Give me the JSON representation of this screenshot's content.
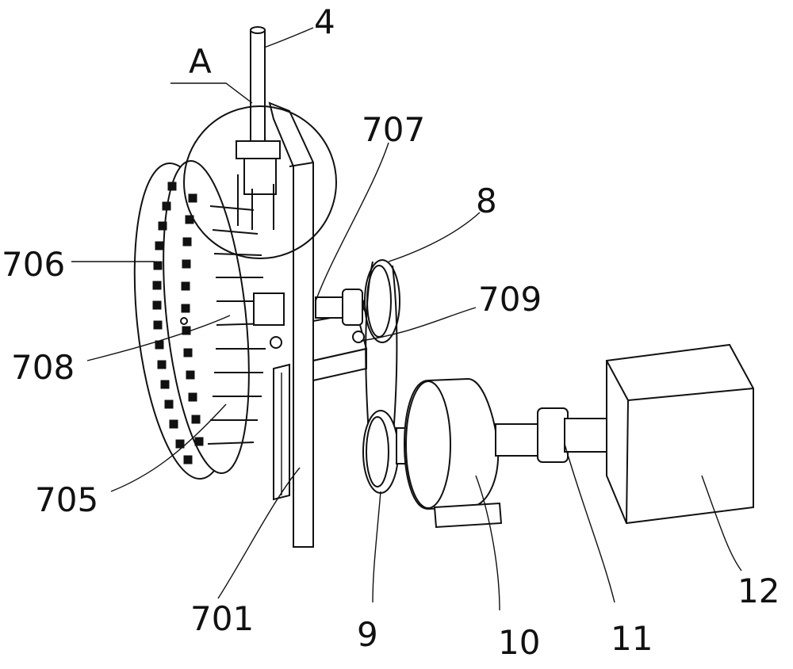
{
  "labels": {
    "l4": "4",
    "lA": "A",
    "l707": "707",
    "l8": "8",
    "l706": "706",
    "l709": "709",
    "l708": "708",
    "l705": "705",
    "l701": "701",
    "l9": "9",
    "l10": "10",
    "l11": "11",
    "l12": "12"
  },
  "colors": {
    "line": "#111111",
    "background": "#ffffff"
  }
}
